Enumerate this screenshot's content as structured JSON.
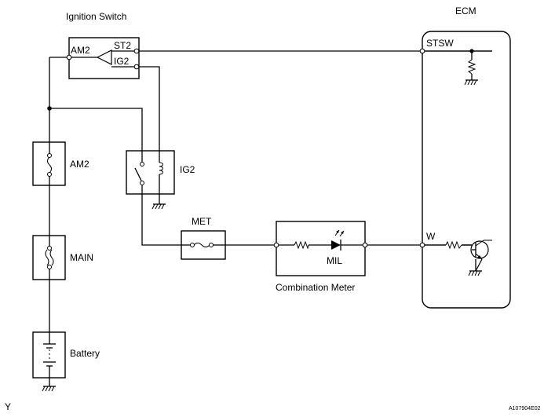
{
  "labels": {
    "ignition_switch": "Ignition Switch",
    "am2_terminal": "AM2",
    "st2_terminal": "ST2",
    "ig2_terminal": "IG2",
    "ecm": "ECM",
    "stsw": "STSW",
    "w_terminal": "W",
    "am2_fuse": "AM2",
    "ig2_relay": "IG2",
    "main_fuse": "MAIN",
    "met_fuse": "MET",
    "mil": "MIL",
    "combination_meter": "Combination Meter",
    "battery": "Battery",
    "corner_mark": "Y",
    "figure_code": "A107904E02"
  }
}
